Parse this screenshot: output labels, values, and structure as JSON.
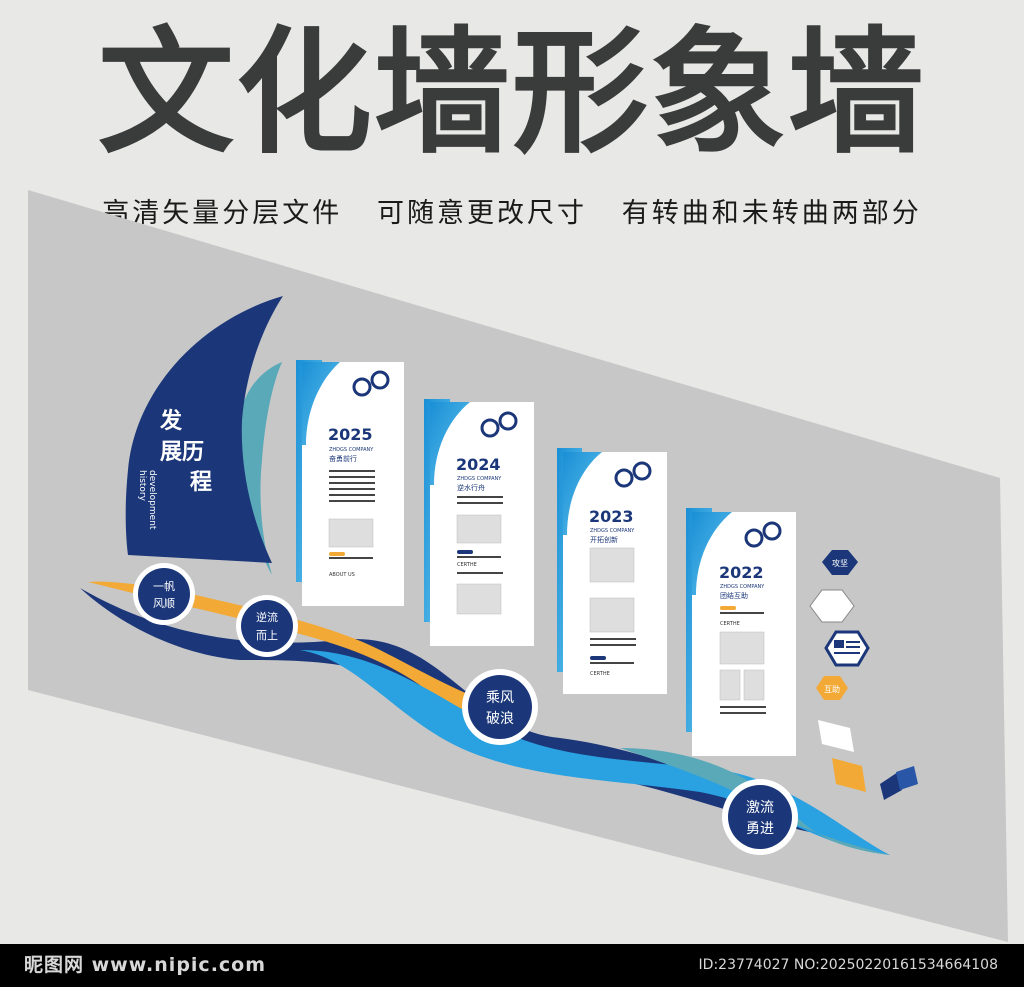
{
  "header": {
    "title": "文化墙形象墙",
    "subtitle": "高清矢量分层文件   可随意更改尺寸   有转曲和未转曲两部分"
  },
  "sail": {
    "title_line1": "发",
    "title_line2": "展历",
    "title_line3": "程",
    "english_line1": "development",
    "english_line2": "history"
  },
  "circles": [
    {
      "line1": "一帆",
      "line2": "风顺"
    },
    {
      "line1": "逆流",
      "line2": "而上"
    },
    {
      "line1": "乘风",
      "line2": "破浪"
    },
    {
      "line1": "激流",
      "line2": "勇进"
    }
  ],
  "panels": [
    {
      "year": "2025",
      "company": "ZHDGS COMPANY",
      "heading": "奋勇前行",
      "caption": "ABOUT US"
    },
    {
      "year": "2024",
      "company": "ZHDGS COMPANY",
      "heading": "逆水行舟",
      "caption": "CERTHE"
    },
    {
      "year": "2023",
      "company": "ZHDGS COMPANY",
      "heading": "开拓创新",
      "caption": "CERTHE"
    },
    {
      "year": "2022",
      "company": "ZHDGS COMPANY",
      "heading": "团结互助",
      "caption": "CERTHE"
    }
  ],
  "badges": {
    "badge1": "攻坚",
    "badge2": "互助"
  },
  "footer": {
    "brand": "昵图网 www.nipic.com",
    "id": "ID:23774027 NO:20250220161534664108"
  },
  "colors": {
    "navy": "#1b3779",
    "cyan": "#25a0de",
    "orange": "#f3a936",
    "teal": "#5aa9b9",
    "wall": "#c7c7c7"
  }
}
